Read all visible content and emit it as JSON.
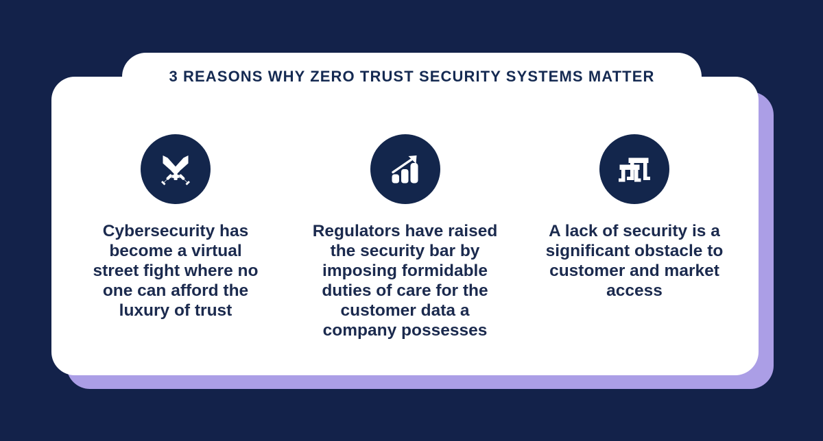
{
  "background_color": "#13224a",
  "card": {
    "background_color": "#ffffff",
    "accent_shadow_color": "#ab9ee6"
  },
  "header": {
    "title": "3 REASONS WHY ZERO TRUST SECURITY SYSTEMS MATTER",
    "title_color": "#152a52"
  },
  "columns": [
    {
      "icon_name": "crossed-swords-icon",
      "icon_circle_color": "#13264c",
      "text": "Cybersecurity has become a virtual street fight where no one can afford the luxury of trust"
    },
    {
      "icon_name": "bar-chart-growth-icon",
      "icon_circle_color": "#13264c",
      "text": "Regulators have raised the security bar by imposing formidable duties of care for the customer data a company possesses"
    },
    {
      "icon_name": "hurdles-obstacle-icon",
      "icon_circle_color": "#13264c",
      "text": "A lack of security is a significant obstacle to customer and market access"
    }
  ]
}
